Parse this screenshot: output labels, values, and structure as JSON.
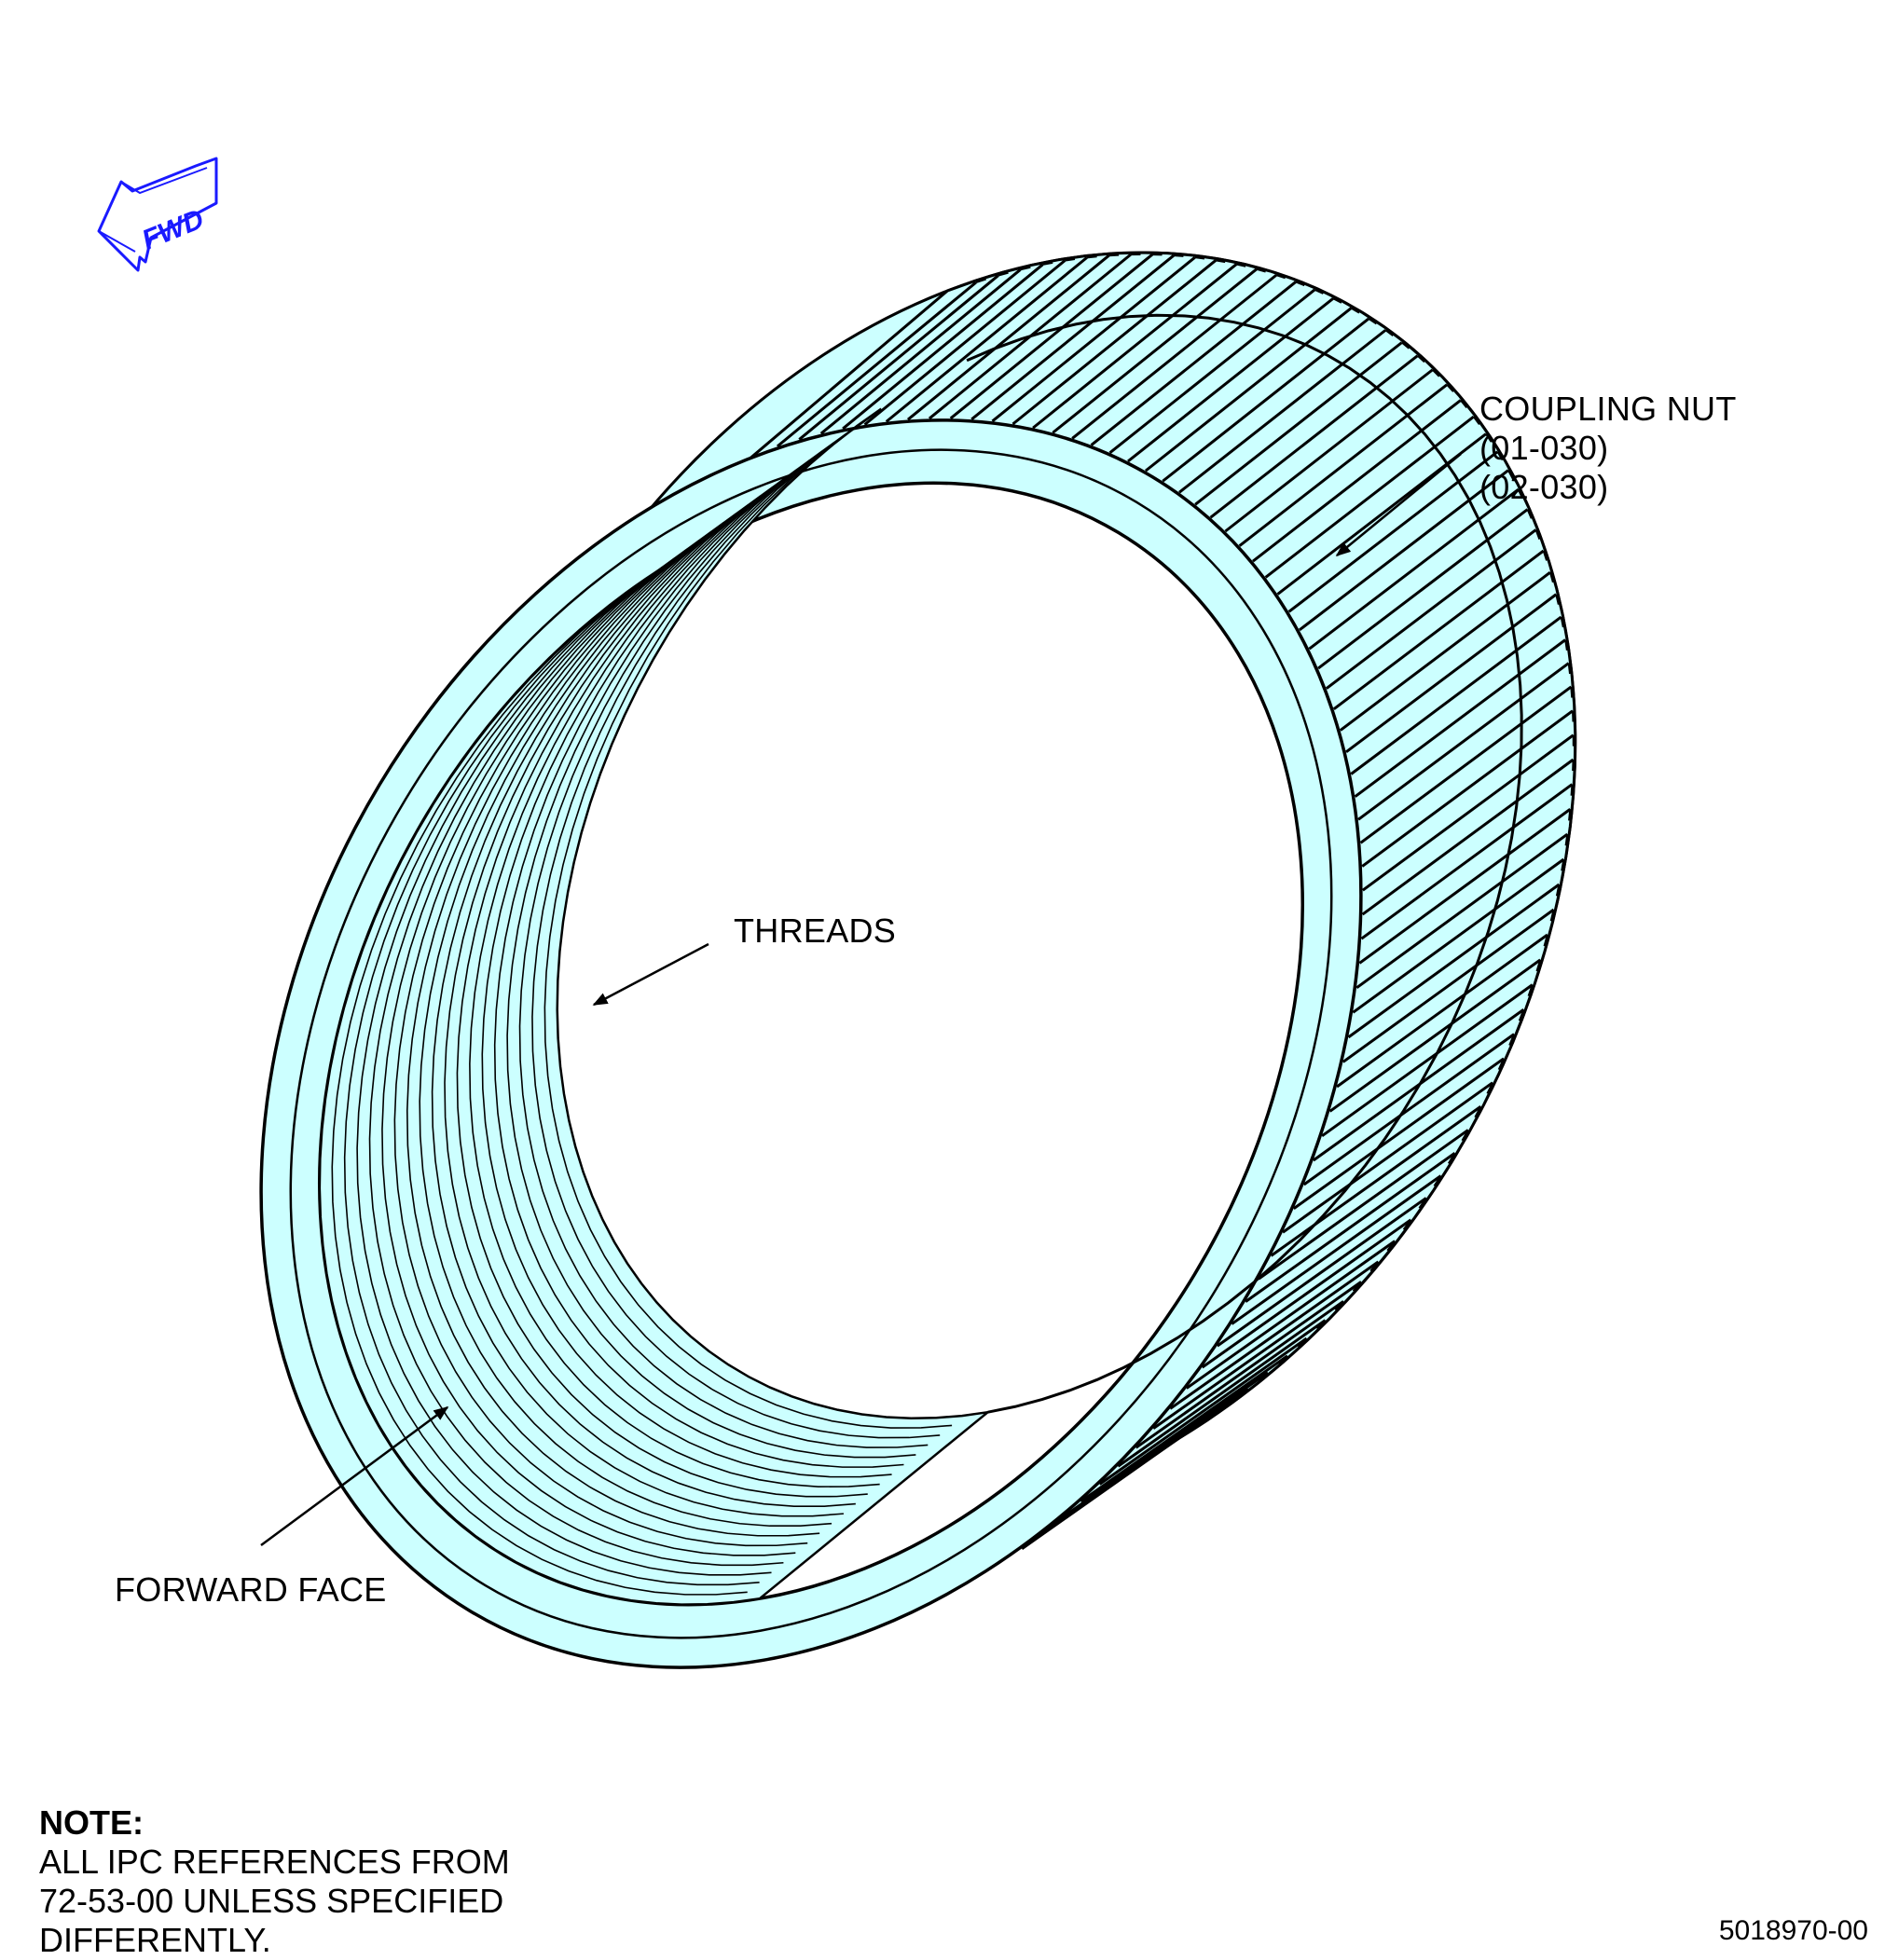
{
  "colors": {
    "part_fill": "#ccffff",
    "outline": "#000000",
    "fwd_indicator": "#1a1aff",
    "background": "#ffffff"
  },
  "fwd_indicator": {
    "label": "FWD",
    "icon": "forward-direction-arrow-icon"
  },
  "callouts": {
    "coupling_nut": {
      "lines": [
        "COUPLING NUT",
        "(01-030)",
        "(02-030)"
      ]
    },
    "threads": {
      "label": "THREADS"
    },
    "forward_face": {
      "label": "FORWARD FACE"
    }
  },
  "note": {
    "heading": "NOTE:",
    "lines": [
      "ALL IPC REFERENCES FROM",
      "72-53-00 UNLESS SPECIFIED",
      "DIFFERENTLY."
    ]
  },
  "drawing_number": "5018970-00"
}
